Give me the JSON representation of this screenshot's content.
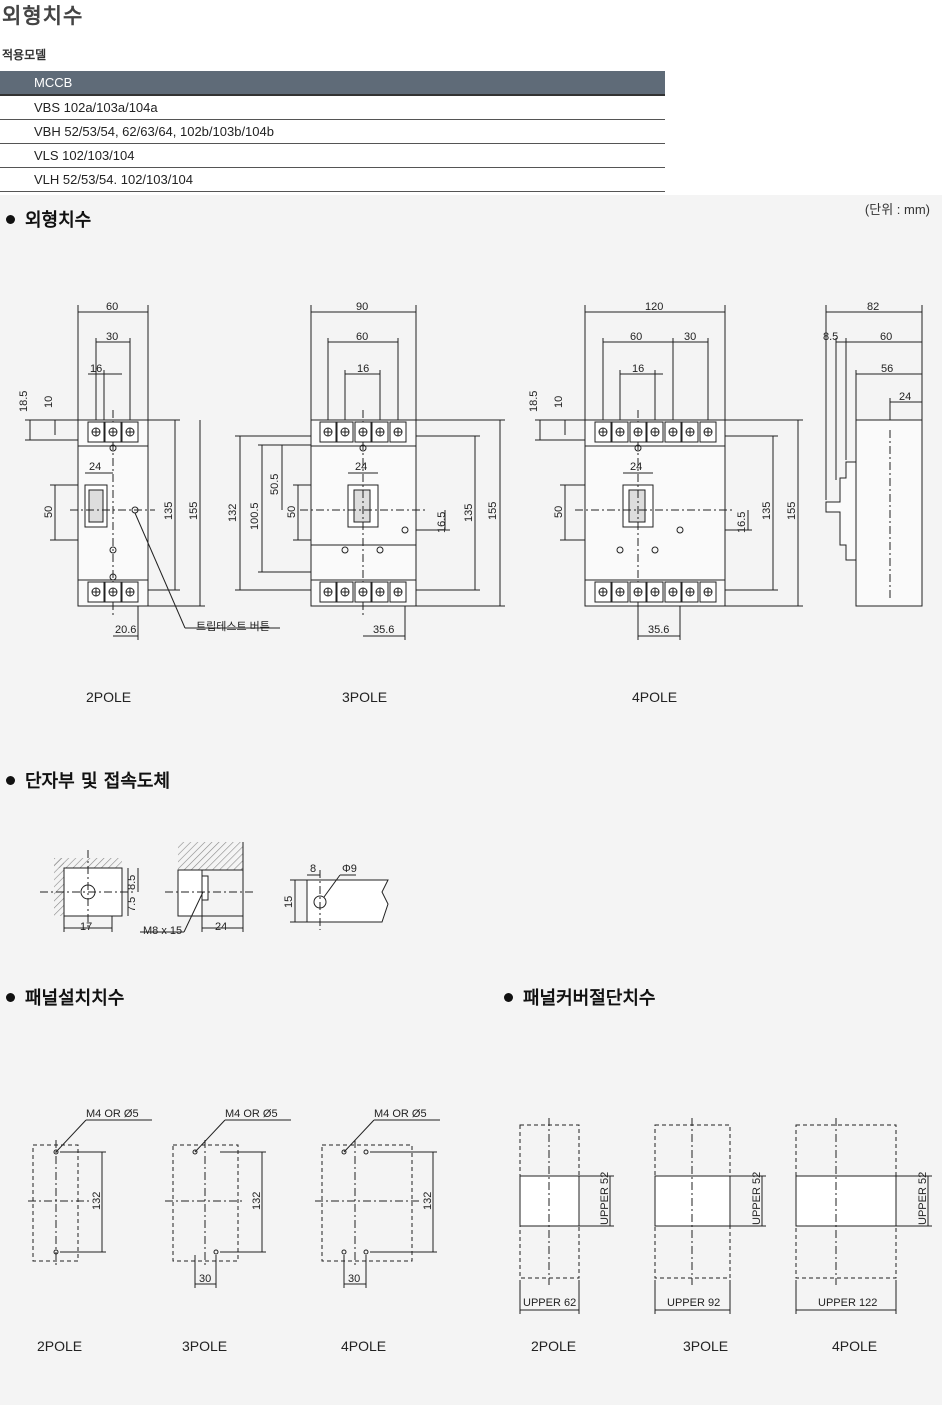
{
  "page": {
    "title": "외형치수",
    "models_label": "적용모델"
  },
  "models_table": {
    "header": "MCCB",
    "rows": [
      "VBS 102a/103a/104a",
      "VBH 52/53/54, 62/63/64, 102b/103b/104b",
      "VLS 102/103/104",
      "VLH 52/53/54. 102/103/104"
    ]
  },
  "unit_note": "(단위 : mm)",
  "sections": {
    "outline": "외형치수",
    "terminal": "단자부 및 접속도체",
    "panel_mount": "패널설치치수",
    "panel_cut": "패널커버절단치수"
  },
  "outline_labels": {
    "pole2": "2POLE",
    "pole3": "3POLE",
    "pole4": "4POLE",
    "trip_button": "트립테스트 버튼"
  },
  "dims": {
    "p2": [
      "60",
      "30",
      "16",
      "24",
      "50",
      "135",
      "155",
      "18.5",
      "10",
      "20.6"
    ],
    "p3": [
      "90",
      "60",
      "16",
      "24",
      "132",
      "100.5",
      "50.5",
      "50",
      "16.5",
      "135",
      "155",
      "35.6"
    ],
    "p4": [
      "120",
      "60",
      "30",
      "16",
      "24",
      "50",
      "18.5",
      "10",
      "16.5",
      "135",
      "155",
      "35.6"
    ],
    "side": [
      "82",
      "8.5",
      "60",
      "56",
      "24"
    ],
    "terminal": [
      "17",
      "7.5",
      "8.5",
      "M8 x 15",
      "24",
      "8",
      "Φ9",
      "15"
    ],
    "mount": [
      "M4 OR Ø5",
      "132",
      "30"
    ],
    "cut": [
      "UPPER 52",
      "UPPER 62",
      "UPPER 92",
      "UPPER 122"
    ]
  },
  "panel_labels": {
    "p2": "2POLE",
    "p3": "3POLE",
    "p4": "4POLE"
  },
  "colors": {
    "table_header": "#5f6b78",
    "drawing_bg": "#f4f4f4",
    "line": "#222222"
  }
}
